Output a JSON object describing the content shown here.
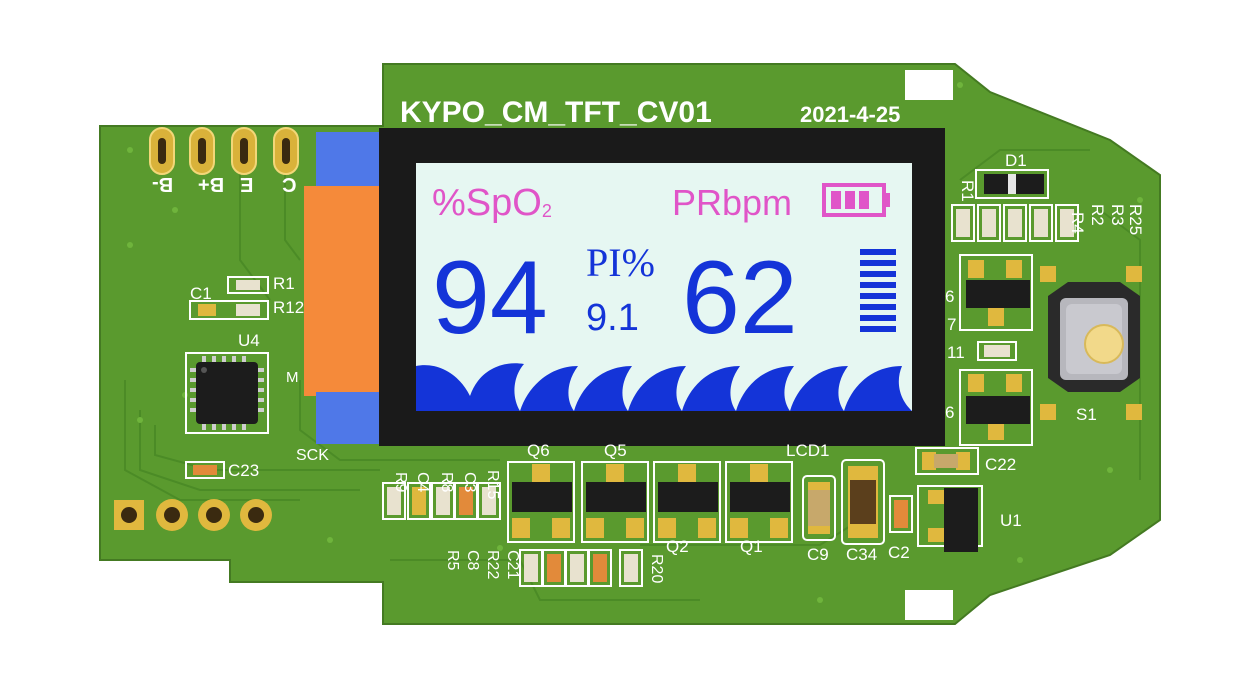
{
  "board": {
    "title": "KYPO_CM_TFT_CV01",
    "date": "2021-4-25"
  },
  "display": {
    "spo2_label_main": "%SpO",
    "spo2_label_sub": "2",
    "pr_label": "PRbpm",
    "pi_label": "PI%",
    "spo2_value": "94",
    "pi_value": "9.1",
    "pr_value": "62"
  },
  "pins_top": [
    "B-",
    "B+",
    "E",
    "C"
  ],
  "labels": {
    "c1": "C1",
    "r1": "R1",
    "r12": "R12",
    "u4": "U4",
    "m": "M",
    "sck": "SCK",
    "c23": "C23",
    "r9": "R9",
    "c4": "C4",
    "r8": "R8",
    "c3": "C3",
    "r15": "R15",
    "q6": "Q6",
    "q5": "Q5",
    "lcd1": "LCD1",
    "q2": "Q2",
    "q1": "Q1",
    "r5": "R5",
    "c8": "C8",
    "r22": "R22",
    "c21": "C21",
    "r20": "R20",
    "c9": "C9",
    "c34": "C34",
    "c2": "C2",
    "c22": "C22",
    "u1": "U1",
    "d1": "D1",
    "r1b": "R1",
    "r2": "R2",
    "r3": "R3",
    "r4": "R4",
    "r25": "R25",
    "n6a": "6",
    "n7": "7",
    "n11": "11",
    "n6b": "6",
    "s1": "S1"
  },
  "colors": {
    "pcb": "#5a9a2e",
    "pcb_dark": "#3f7a1e",
    "lcd_bezel": "#1a1a1a",
    "lcd_screen": "#e6f7f2",
    "lcd_blue": "#1434d8",
    "lcd_pink": "#e055c8",
    "flex_orange": "#f58a3a",
    "flex_blue": "#4f78e8",
    "pad_gold": "#e8c24a"
  }
}
